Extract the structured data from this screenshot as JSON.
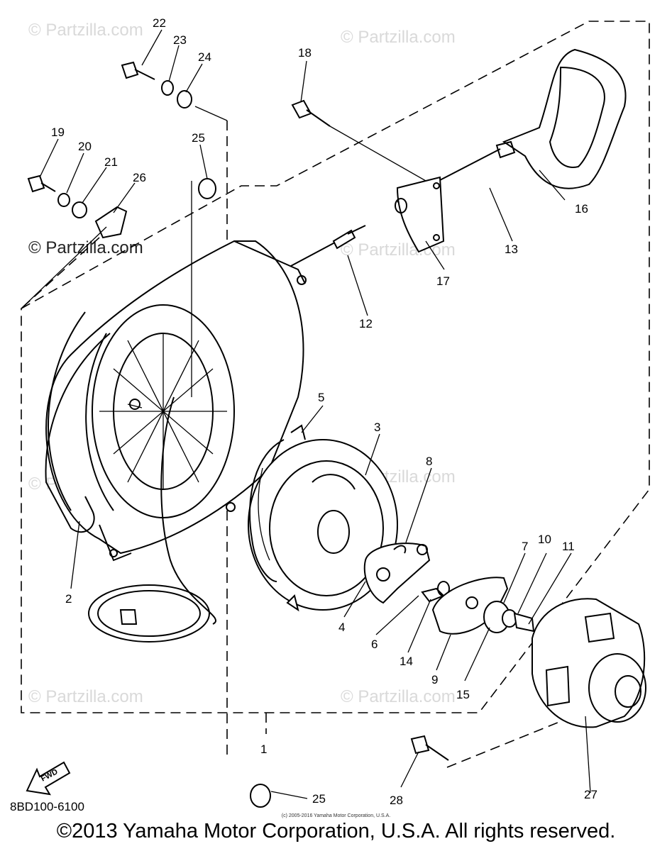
{
  "watermark": "© Partzilla.com",
  "diagram_code": "8BD100-6100",
  "fwd_label": "FWD",
  "copyright": "©2013 Yamaha Motor Corporation, U.S.A. All rights reserved.",
  "small_copyright": "(c) 2005-2016 Yamaha Motor Corporation, U.S.A.",
  "callouts": {
    "c1": "1",
    "c2": "2",
    "c3": "3",
    "c4": "4",
    "c5": "5",
    "c6": "6",
    "c7": "7",
    "c8": "8",
    "c9": "9",
    "c10": "10",
    "c11": "11",
    "c12": "12",
    "c13": "13",
    "c14": "14",
    "c15": "15",
    "c16": "16",
    "c17": "17",
    "c18": "18",
    "c19": "19",
    "c20": "20",
    "c21": "21",
    "c22": "22",
    "c23": "23",
    "c24": "24",
    "c25a": "25",
    "c25b": "25",
    "c26": "26",
    "c27": "27",
    "c28": "28"
  }
}
